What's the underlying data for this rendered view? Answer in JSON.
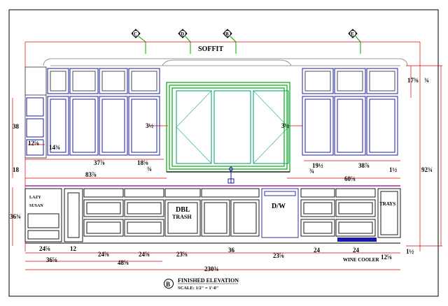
{
  "drawing": {
    "soffit_label": "SOFFIT",
    "section_markers": [
      "C",
      "D",
      "B",
      "E"
    ],
    "title_marker": "B",
    "title": "FINISHED ELEVATION",
    "scale": "SCALE: 1/2\" = 1'-0\"",
    "labels": {
      "dbl_trash": [
        "DBL",
        "TRASH"
      ],
      "dishwasher": "D/W",
      "trays": "TRAYS",
      "lazy_susan": [
        "LAZY",
        "SUSAN"
      ],
      "wine_cooler": "WINE COOLER"
    },
    "dimensions": {
      "upper_right_height": "17⅜",
      "upper_right_top": "¾",
      "left_height": "38",
      "left_small": "12⅝",
      "left_inner": "14¾",
      "hood_left_margin": "3½",
      "hood_right_margin": "3½",
      "left_counter_height": "18",
      "left_sub": "37⅞",
      "left_sub2": "18⅝",
      "left_sub3": "¾",
      "left_total": "83⅞",
      "right_sub1": "19½",
      "right_sub2": "38⅞",
      "right_sub3": "1½",
      "right_sub4": "¾",
      "right_total": "60⅝",
      "right_height": "92¾",
      "base_height": "36¾",
      "bottom_1": "24⅝",
      "bottom_2": "12",
      "bottom_3": "24⅝",
      "bottom_4": "24⅝",
      "bottom_5": "23⅝",
      "bottom_6": "36",
      "bottom_7": "23⅝",
      "bottom_8": "24",
      "bottom_9": "24",
      "bottom_10": "12⅝",
      "bottom_11": "1½",
      "run_1": "36⅝",
      "run_2": "48⅝",
      "overall": "230¾"
    }
  }
}
